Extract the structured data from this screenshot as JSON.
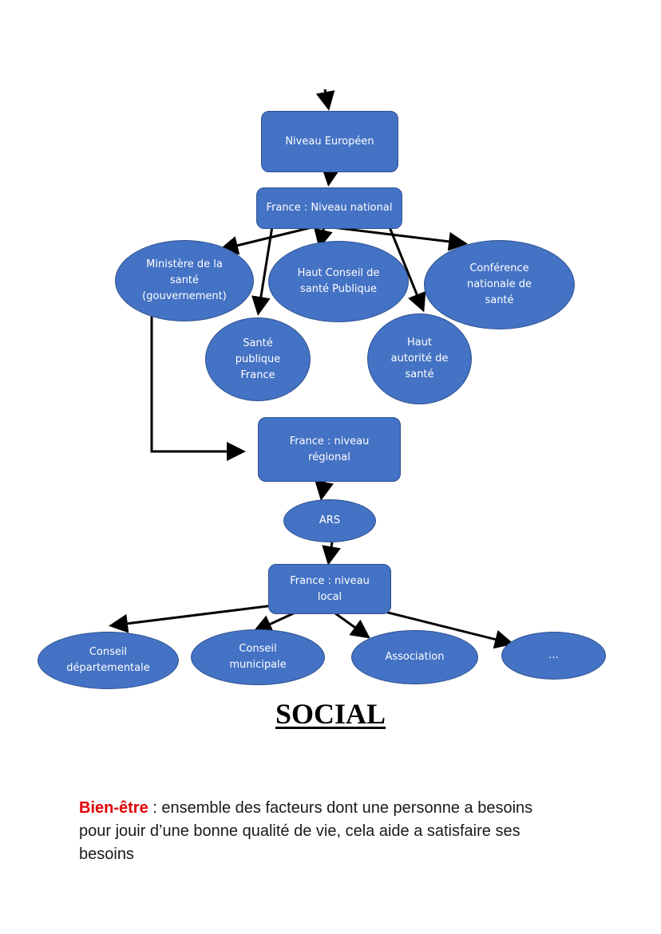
{
  "diagram": {
    "nodes": {
      "europeen": "Niveau Européen",
      "national": "France : Niveau national",
      "ministere": "Ministère de la\nsanté\n(gouvernement)",
      "haut_conseil": "Haut Conseil de\nsanté Publique",
      "conference": "Conférence\nnationale de\nsanté",
      "spf": "Santé\npublique\nFrance",
      "has": "Haut\nautorité de\nsanté",
      "regional": "France : niveau\nrégional",
      "ars": "ARS",
      "local": "France : niveau\nlocal",
      "cons_dep": "Conseil\ndépartementale",
      "cons_mun": "Conseil\nmunicipale",
      "association": "Association",
      "etc": "..."
    },
    "colors": {
      "fill": "#4472c4",
      "border": "#2f528f",
      "text": "#ffffff",
      "arrow": "#000000"
    }
  },
  "section": {
    "title": "SOCIAL"
  },
  "definition": {
    "term": "Bien-être",
    "text": " : ensemble des facteurs dont une personne a besoins pour jouir d’une bonne qualité de vie, cela aide a satisfaire ses besoins"
  }
}
